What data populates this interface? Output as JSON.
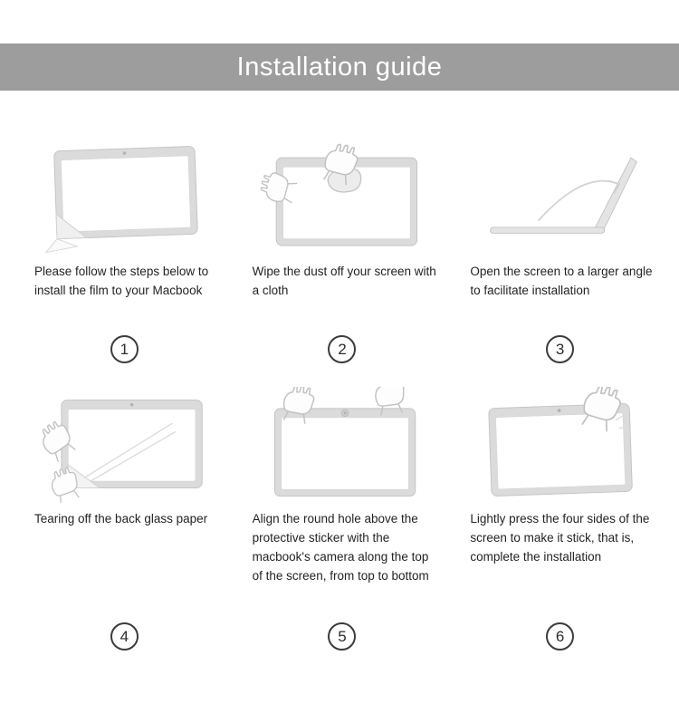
{
  "header": {
    "title": "Installation guide",
    "bg_color": "#9d9d9d",
    "text_color": "#ffffff"
  },
  "steps": [
    {
      "number": "1",
      "caption": "Please follow the steps below to install the film to your Macbook",
      "illustration": "screen-with-peeling-film-icon"
    },
    {
      "number": "2",
      "caption": "Wipe the dust off your screen with a cloth",
      "illustration": "hands-wiping-screen-with-cloth-icon"
    },
    {
      "number": "3",
      "caption": "Open the screen to a larger angle to facilitate installation",
      "illustration": "laptop-opened-wide-angle-icon"
    },
    {
      "number": "4",
      "caption": "Tearing off the back glass paper",
      "illustration": "hands-tearing-back-paper-icon"
    },
    {
      "number": "5",
      "caption": "Align the round hole above the protective sticker with the macbook's camera along the top of the screen, from top to bottom",
      "illustration": "hands-aligning-film-to-camera-icon"
    },
    {
      "number": "6",
      "caption": "Lightly press the four sides of the screen to make it stick, that is, complete the installation",
      "illustration": "hand-pressing-screen-sides-icon"
    }
  ]
}
